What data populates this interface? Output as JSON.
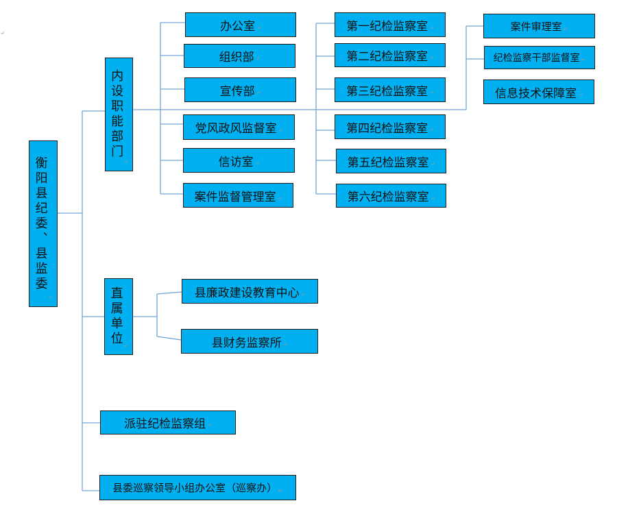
{
  "root": {
    "label": "衡阳县纪委、县监委"
  },
  "groups": {
    "internal": {
      "label": "内设职能部门"
    },
    "direct": {
      "label": "直属单位"
    },
    "resident": {
      "label": "派驻纪检监察组"
    },
    "inspection": {
      "label": "县委巡察领导小组办公室（巡察办）"
    }
  },
  "col1": [
    {
      "label": "办公室"
    },
    {
      "label": "组织部"
    },
    {
      "label": "宣传部"
    },
    {
      "label": "党风政风监督室"
    },
    {
      "label": "信访室"
    },
    {
      "label": "案件监督管理室"
    }
  ],
  "col2": [
    {
      "label": "第一纪检监察室"
    },
    {
      "label": "第二纪检监察室"
    },
    {
      "label": "第三纪检监察室"
    },
    {
      "label": "第四纪检监察室"
    },
    {
      "label": "第五纪检监察室"
    },
    {
      "label": "第六纪检监察室"
    }
  ],
  "col3": [
    {
      "label": "案件审理室"
    },
    {
      "label": "纪检监察干部监督室"
    },
    {
      "label": "信息技术保障室"
    }
  ],
  "direct_units": [
    {
      "label": "县廉政建设教育中心"
    },
    {
      "label": "县财务监察所"
    }
  ]
}
